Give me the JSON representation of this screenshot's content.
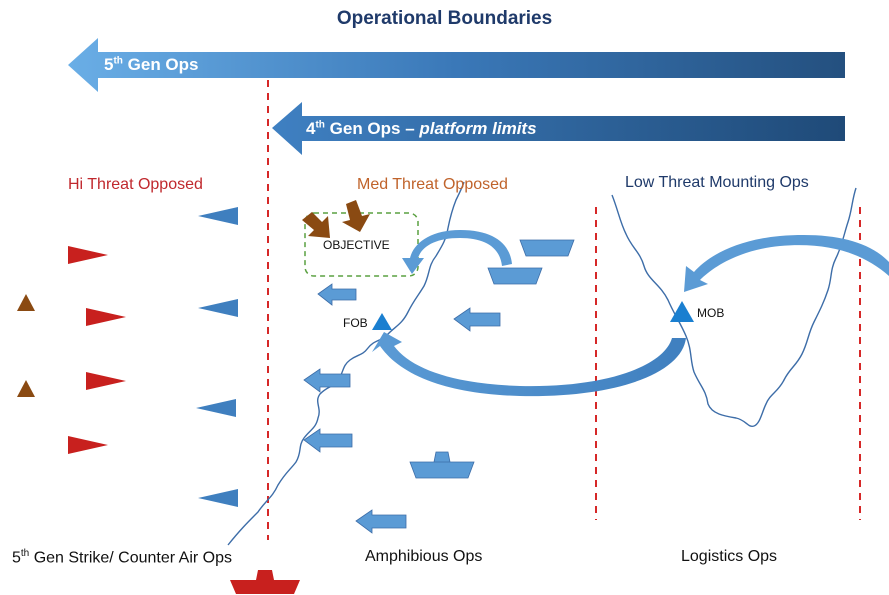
{
  "title": "Operational Boundaries",
  "bands": {
    "fifth_gen": {
      "gen": "5",
      "sup": "th",
      "rest": " Gen Ops"
    },
    "fourth_gen": {
      "gen": "4",
      "sup": "th",
      "rest": " Gen Ops – ",
      "italic": "platform limits"
    }
  },
  "zones": {
    "hi_threat": "Hi Threat Opposed",
    "med_threat": "Med Threat Opposed",
    "low_threat": "Low Threat Mounting Ops"
  },
  "labels": {
    "objective": "OBJECTIVE",
    "fob": "FOB",
    "mob": "MOB"
  },
  "bottom": {
    "strike": {
      "gen": "5",
      "sup": "th",
      "rest": " Gen Strike/ Counter Air Ops"
    },
    "amphibious": "Amphibious Ops",
    "logistics": "Logistics Ops"
  },
  "colors": {
    "title": "#1f3a6a",
    "hi_threat": "#c0282d",
    "med_threat": "#c0632b",
    "low_threat": "#1f3a6a",
    "boundary": "#d62828",
    "friendly": "#5b9bd5",
    "enemy": "#c8201e",
    "objective_arrow": "#8a4a12",
    "coastline": "#3d6da8"
  }
}
